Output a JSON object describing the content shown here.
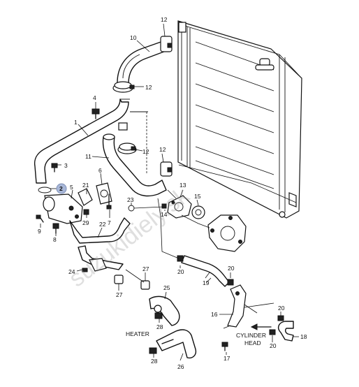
{
  "watermark": "suzukidiely.sk",
  "highlight_color": "#a8b7d8",
  "labels": {
    "p1": "1",
    "p2": "2",
    "p3": "3",
    "p4": "4",
    "p5": "5",
    "p6": "6",
    "p7": "7",
    "p8": "8",
    "p9": "9",
    "p10": "10",
    "p11": "11",
    "p12a": "12",
    "p12b": "12",
    "p12c": "12",
    "p12d": "12",
    "p13": "13",
    "p14": "14",
    "p15": "15",
    "p16": "16",
    "p17": "17",
    "p18": "18",
    "p19": "19",
    "p20a": "20",
    "p20b": "20",
    "p20c": "20",
    "p20d": "20",
    "p21": "21",
    "p22": "22",
    "p23": "23",
    "p24": "24",
    "p25": "25",
    "p26": "26",
    "p27a": "27",
    "p27b": "27",
    "p28a": "28",
    "p28b": "28",
    "p29": "29",
    "heater": "HEATER",
    "cyl1": "CYLINDER",
    "cyl2": "HEAD"
  }
}
